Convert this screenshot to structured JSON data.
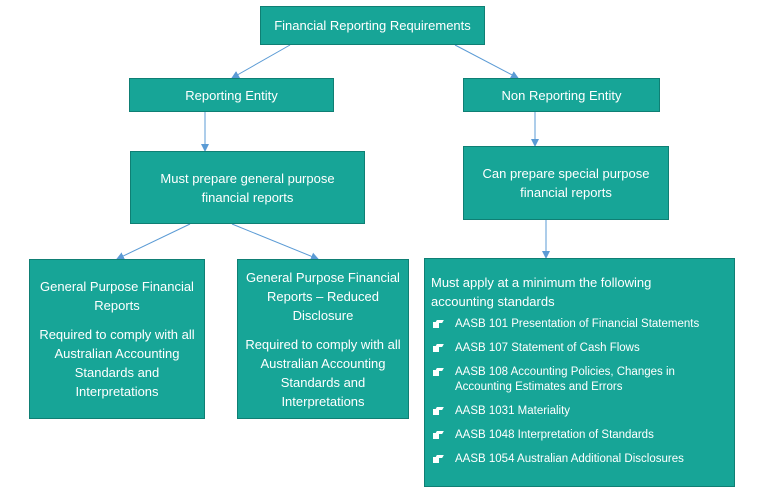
{
  "root": {
    "label": "Financial Reporting Requirements"
  },
  "reporting_entity": {
    "label": "Reporting Entity"
  },
  "non_reporting_entity": {
    "label": "Non Reporting Entity"
  },
  "must_prepare": {
    "label": "Must prepare general purpose financial reports"
  },
  "can_prepare": {
    "label": "Can prepare special purpose financial reports"
  },
  "gpfr": {
    "title": "General Purpose Financial Reports",
    "requirement": "Required to comply with all Australian Accounting Standards and Interpretations"
  },
  "gpfr_rd": {
    "title": "General Purpose Financial Reports – Reduced Disclosure",
    "requirement": "Required to comply with all Australian Accounting Standards and Interpretations"
  },
  "minimum": {
    "heading": "Must apply at a minimum the following accounting standards",
    "standards": [
      "AASB 101 Presentation of Financial Statements",
      "AASB 107 Statement of Cash Flows",
      "AASB 108 Accounting Policies, Changes in Accounting Estimates and Errors",
      "AASB 1031 Materiality",
      "AASB 1048 Interpretation of Standards",
      "AASB 1054 Australian Additional Disclosures"
    ]
  },
  "colors": {
    "box_fill": "#17a597",
    "box_border": "#0f7f74",
    "connector": "#5b9bd5",
    "text": "#ffffff"
  }
}
